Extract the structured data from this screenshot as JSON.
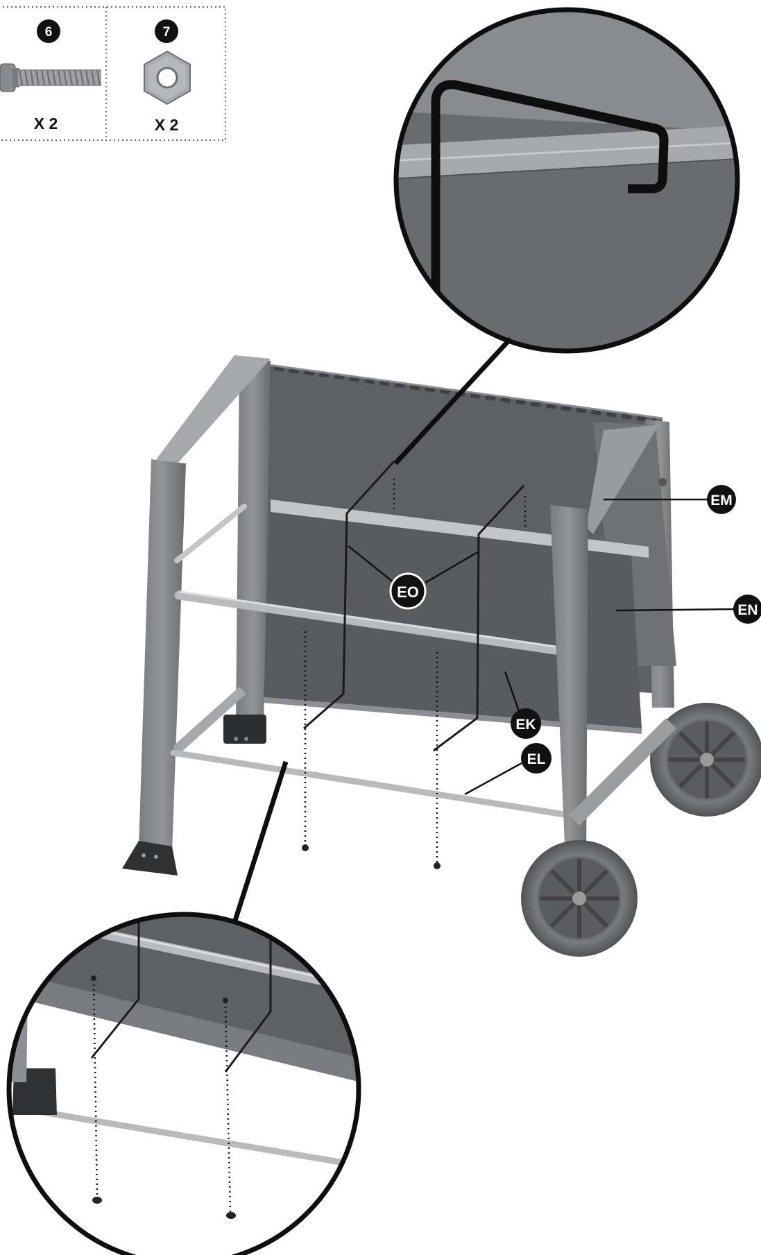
{
  "parts": [
    {
      "number": "6",
      "quantity": "X 2",
      "icon": "screw-icon"
    },
    {
      "number": "7",
      "quantity": "X 2",
      "icon": "hex-nut-icon"
    }
  ],
  "callouts": {
    "em": "EM",
    "en": "EN",
    "eo": "EO",
    "ek": "EK",
    "el": "EL"
  },
  "colors": {
    "panel": "#5f6063",
    "frame": "#8d8e91",
    "frame_dark": "#6e6f72",
    "bar": "#b9babc",
    "wire": "#1a1a1a",
    "callout_bg": "#111111"
  }
}
